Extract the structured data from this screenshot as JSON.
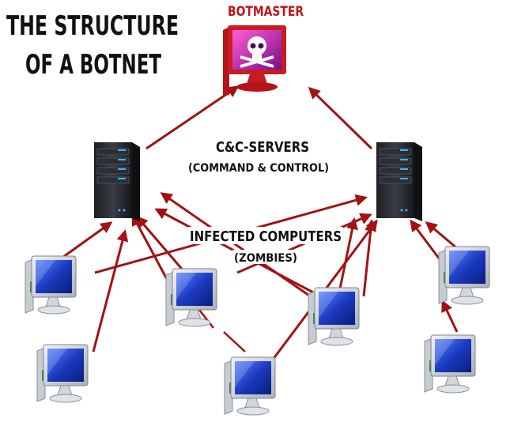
{
  "title": {
    "line1": "THE STRUCTURE",
    "line2": "OF A BOTNET"
  },
  "botmaster": {
    "label": "BOTMASTER",
    "icon": "skull-monitor-icon"
  },
  "cc_servers": {
    "label": "C&C-SERVERS",
    "sublabel": "(COMMAND & CONTROL)",
    "icon": "server-tower-icon"
  },
  "zombies": {
    "label": "INFECTED COMPUTERS",
    "sublabel": "(ZOMBIES)",
    "icon": "desktop-computer-icon"
  },
  "colors": {
    "arrow": "#a11212",
    "botmaster_label": "#c0141a",
    "text": "#111111",
    "screen": "#1f3fc4"
  }
}
